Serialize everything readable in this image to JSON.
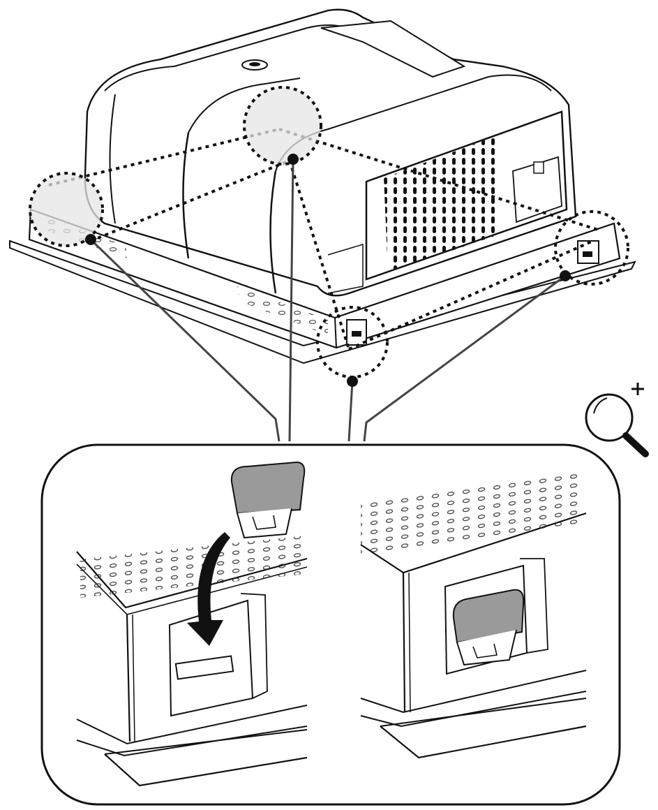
{
  "diagram": {
    "subject": "panel-mount-clip-installation",
    "callouts": [
      {
        "id": "top-left-corner",
        "target": "left-clip-slot"
      },
      {
        "id": "top-center",
        "target": "top-clip-slot"
      },
      {
        "id": "right-corner",
        "target": "right-clip-slot"
      },
      {
        "id": "bottom-center",
        "target": "bottom-clip-slot"
      }
    ],
    "detail_panels": [
      {
        "id": "before",
        "action": "insert-clip-arrow"
      },
      {
        "id": "after",
        "action": "clip-seated"
      }
    ],
    "icons": [
      "zoom-in-icon",
      "insert-arrow-icon"
    ],
    "colors": {
      "line": "#111111",
      "callout_fill": "#e6e6e6",
      "clip_fill": "#9a9a9a",
      "background": "#ffffff"
    }
  }
}
